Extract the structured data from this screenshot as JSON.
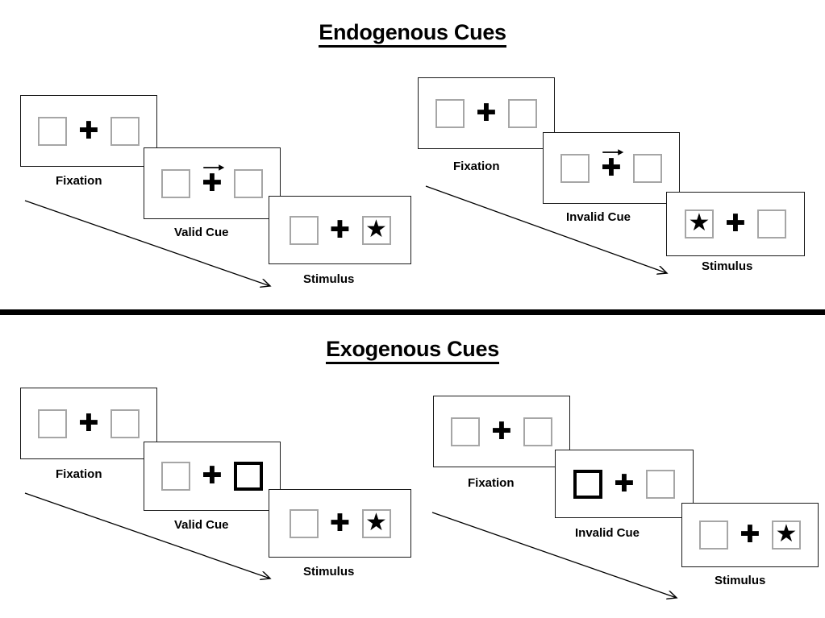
{
  "figure": {
    "title_top": "Endogenous Cues",
    "title_bottom": "Exogenous Cues"
  },
  "glyphs": {
    "fixation_cross": "✚",
    "star": "★"
  },
  "sections": [
    {
      "name": "endogenous",
      "title": "Endogenous Cues",
      "streams": [
        {
          "name": "valid",
          "panels": [
            {
              "label": "Fixation",
              "left_box": "empty",
              "right_box": "empty",
              "cue": "none",
              "arrow": false
            },
            {
              "label": "Valid Cue",
              "left_box": "empty",
              "right_box": "empty",
              "cue": "arrow-right",
              "arrow": true
            },
            {
              "label": "Stimulus",
              "left_box": "empty",
              "right_box": "star",
              "cue": "none",
              "arrow": false
            }
          ]
        },
        {
          "name": "invalid",
          "panels": [
            {
              "label": "Fixation",
              "left_box": "empty",
              "right_box": "empty",
              "cue": "none",
              "arrow": false
            },
            {
              "label": "Invalid Cue",
              "left_box": "empty",
              "right_box": "empty",
              "cue": "arrow-right",
              "arrow": true
            },
            {
              "label": "Stimulus",
              "left_box": "star",
              "right_box": "empty",
              "cue": "none",
              "arrow": false
            }
          ]
        }
      ]
    },
    {
      "name": "exogenous",
      "title": "Exogenous Cues",
      "streams": [
        {
          "name": "valid",
          "panels": [
            {
              "label": "Fixation",
              "left_box": "empty",
              "right_box": "empty",
              "cue": "none",
              "arrow": false
            },
            {
              "label": "Valid Cue",
              "left_box": "empty",
              "right_box": "cued",
              "cue": "right-box-flash",
              "arrow": false
            },
            {
              "label": "Stimulus",
              "left_box": "empty",
              "right_box": "star",
              "cue": "none",
              "arrow": false
            }
          ]
        },
        {
          "name": "invalid",
          "panels": [
            {
              "label": "Fixation",
              "left_box": "empty",
              "right_box": "empty",
              "cue": "none",
              "arrow": false
            },
            {
              "label": "Invalid Cue",
              "left_box": "cued",
              "right_box": "empty",
              "cue": "left-box-flash",
              "arrow": false
            },
            {
              "label": "Stimulus",
              "left_box": "empty",
              "right_box": "star",
              "cue": "none",
              "arrow": false
            }
          ]
        }
      ]
    }
  ],
  "colors": {
    "ink": "#000000",
    "box_outline": "#a6a6a6",
    "panel_outline": "#1a1a1a",
    "background": "#ffffff"
  },
  "labels": {
    "fixation": "Fixation",
    "valid_cue": "Valid Cue",
    "invalid_cue": "Invalid Cue",
    "stimulus": "Stimulus"
  }
}
